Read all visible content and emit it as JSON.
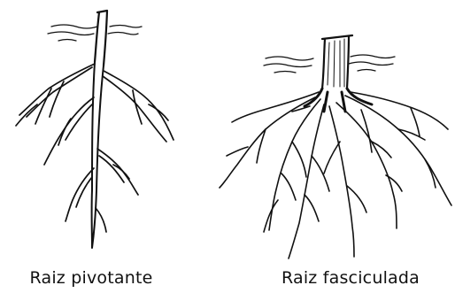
{
  "diagram": {
    "ink_color": "#111111",
    "background": "#ffffff",
    "panels": [
      {
        "id": "left",
        "label": "Raiz pivotante",
        "icon": "taproot-illustration"
      },
      {
        "id": "right",
        "label": "Raiz fasciculada",
        "icon": "fibrous-root-illustration"
      }
    ]
  }
}
